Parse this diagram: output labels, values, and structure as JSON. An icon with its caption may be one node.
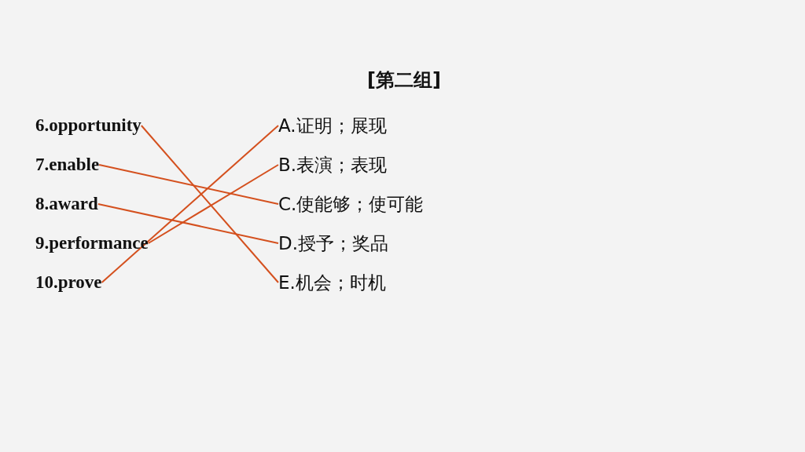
{
  "diagram": {
    "title": "[第二组]",
    "nodes": [
      {
        "text": [
          "6.opportunity"
        ]
      },
      {
        "text": [
          "7.enable"
        ]
      },
      {
        "text": [
          "8.award"
        ]
      },
      {
        "text": [
          "9.performance"
        ]
      },
      {
        "text": [
          "10.prove"
        ]
      },
      {
        "text": [
          "A.证明；展现"
        ]
      },
      {
        "text": [
          "B.表演；表现"
        ]
      },
      {
        "text": [
          "C.使能够；使可能"
        ]
      },
      {
        "text": [
          "D.授予；奖品"
        ]
      },
      {
        "text": [
          "E.机会；时机"
        ]
      }
    ],
    "edges": [
      {
        "from": 0,
        "to": 9,
        "arrow": "none",
        "color": "#d4501e"
      },
      {
        "from": 1,
        "to": 7,
        "arrow": "none",
        "color": "#d4501e"
      },
      {
        "from": 2,
        "to": 8,
        "arrow": "none",
        "color": "#d4501e"
      },
      {
        "from": 3,
        "to": 6,
        "arrow": "none",
        "color": "#d4501e"
      },
      {
        "from": 4,
        "to": 5,
        "arrow": "none",
        "color": "#d4501e"
      }
    ]
  }
}
